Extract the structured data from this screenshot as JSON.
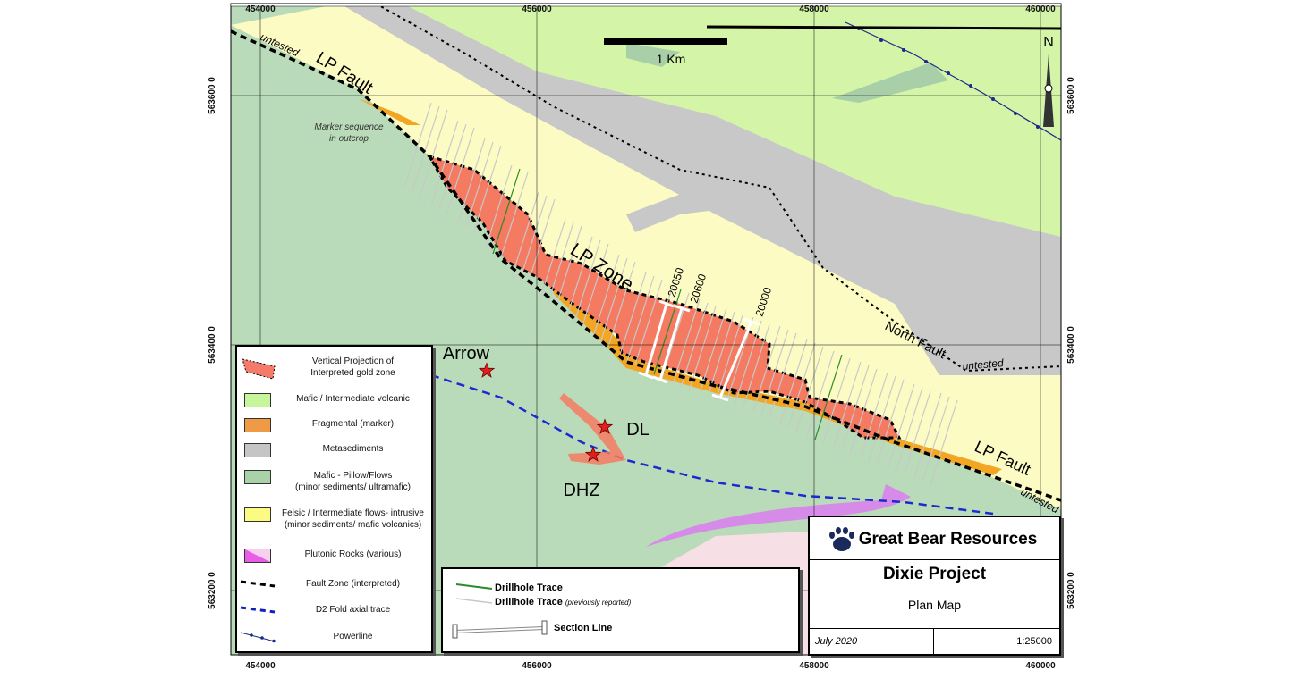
{
  "axes": {
    "easting_ticks": [
      "454000",
      "456000",
      "458000",
      "460000"
    ],
    "northing_ticks": [
      "563600 0",
      "563400 0",
      "563200 0"
    ]
  },
  "map_labels": {
    "lp_fault_top": "LP Fault",
    "untested_top": "untested",
    "marker_sequence": [
      "Marker sequence",
      "in outcrop"
    ],
    "lp_zone": "LP Zone",
    "north_fault": "North Fault",
    "untested_north": "untested",
    "lp_fault_bottom": "LP Fault",
    "untested_bottom": "untested",
    "arrow": "Arrow",
    "dl": "DL",
    "dhz": "DHZ",
    "sections": [
      "20650",
      "20600",
      "20000"
    ],
    "scale_bar": "1 Km",
    "north": "N"
  },
  "legend": {
    "items": [
      {
        "label": [
          "Vertical Projection of",
          "Interpreted gold zone"
        ],
        "color": "#f47a6a",
        "type": "gold-zone"
      },
      {
        "label": [
          "Mafic / Intermediate volcanic"
        ],
        "color": "#c6f59a",
        "type": "fill"
      },
      {
        "label": [
          "Fragmental (marker)"
        ],
        "color": "#ef9a45",
        "type": "fill"
      },
      {
        "label": [
          "Metasediments"
        ],
        "color": "#c5c5c5",
        "type": "fill"
      },
      {
        "label": [
          "Mafic - Pillow/Flows",
          "(minor sediments/ ultramafic)"
        ],
        "color": "#a9d2a9",
        "type": "fill"
      },
      {
        "label": [
          "Felsic / Intermediate flows- intrusive",
          "(minor sediments/ mafic volcanics)"
        ],
        "color": "#fbfb82",
        "type": "fill"
      },
      {
        "label": [
          "Plutonic Rocks (various)"
        ],
        "color": "#e85ce8",
        "type": "split"
      },
      {
        "label": [
          "Fault Zone (interpreted)"
        ],
        "color": "#000000",
        "type": "dash"
      },
      {
        "label": [
          "D2 Fold axial trace"
        ],
        "color": "#1020c0",
        "type": "dash"
      },
      {
        "label": [
          "Powerline"
        ],
        "color": "#1a2a8a",
        "type": "powerline"
      }
    ]
  },
  "drill_legend": {
    "drillhole": "Drillhole Trace",
    "drillhole_prev": "Drillhole Trace",
    "prev_note": "(previously reported)",
    "section_line": "Section Line",
    "drill_color": "#2a8a2a",
    "prev_color": "#c8c8c8"
  },
  "title_block": {
    "company": "Great Bear Resources",
    "project": "Dixie Project",
    "map_type": "Plan Map",
    "date": "July 2020",
    "scale": "1:25000",
    "logo_color": "#1a2a5a"
  },
  "colors": {
    "mafic_pillow": "#b9dbb9",
    "mafic_volcanic": "#d4f5a8",
    "felsic": "#fdfbc4",
    "metasediments": "#c8c8c8",
    "plutonic": "#f7dfe6",
    "plutonic_streak": "#d68be8",
    "gold_zone": "#f47a62",
    "fragmental": "#f2a623",
    "fold_trace": "#1a2ad0",
    "star": "#e02020"
  }
}
